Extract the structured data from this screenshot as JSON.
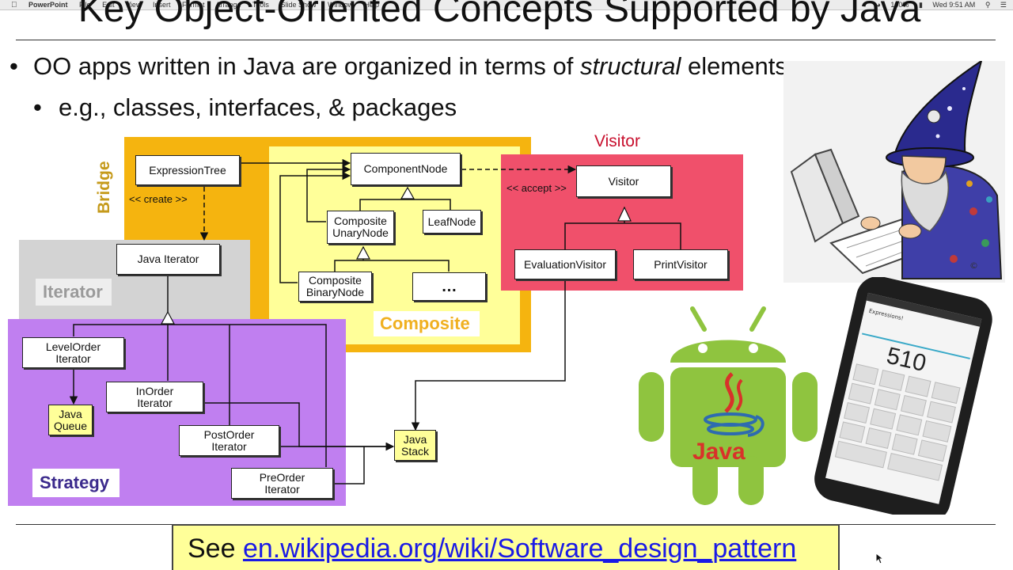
{
  "menubar": {
    "app_name": "PowerPoint",
    "menus": [
      "File",
      "Edit",
      "View",
      "Insert",
      "Format",
      "Arrange",
      "Tools",
      "Slide Show",
      "Window",
      "Help"
    ],
    "battery": "100%",
    "clock": "Wed 9:51 AM"
  },
  "slide": {
    "title": "Key Object-Oriented Concepts Supported by Java",
    "bullet1_prefix": "OO apps written in Java are organized in terms of ",
    "bullet1_emph": "structural",
    "bullet1_suffix": " elements.",
    "bullet2": "e.g., classes, interfaces, & packages",
    "bullet_glyph": "•"
  },
  "diagram": {
    "regions": {
      "bridge": "Bridge",
      "iterator": "Iterator",
      "composite": "Composite",
      "strategy": "Strategy",
      "visitor": "Visitor"
    },
    "colors": {
      "bridge": "#f5b40f",
      "composite": "#ffff99",
      "iterator": "#d3d3d3",
      "strategy": "#c07ff0",
      "visitor": "#f0506b"
    },
    "boxes": {
      "expression_tree": "ExpressionTree",
      "component_node": "ComponentNode",
      "composite_unary": "Composite\nUnaryNode",
      "leaf_node": "LeafNode",
      "composite_binary": "Composite\nBinaryNode",
      "ellipsis": "…",
      "visitor": "Visitor",
      "evaluation_visitor": "EvaluationVisitor",
      "print_visitor": "PrintVisitor",
      "java_iterator": "Java Iterator",
      "levelorder_iterator": "LevelOrder\nIterator",
      "inorder_iterator": "InOrder\nIterator",
      "postorder_iterator": "PostOrder\nIterator",
      "preorder_iterator": "PreOrder\nIterator",
      "java_queue": "Java\nQueue",
      "java_stack": "Java\nStack"
    },
    "stereotypes": {
      "create": "<< create >>",
      "accept": "<< accept >>"
    }
  },
  "art": {
    "java_word": "Java",
    "phone_display": "510",
    "phone_app_title": "Expressions!"
  },
  "footer": {
    "prefix": "See ",
    "link": "en.wikipedia.org/wiki/Software_design_pattern"
  }
}
